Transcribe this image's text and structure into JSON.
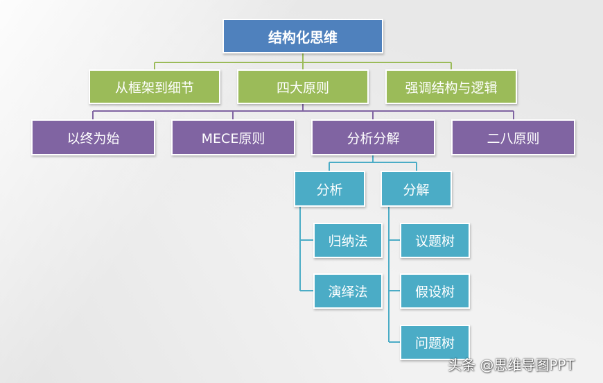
{
  "diagram": {
    "root": "结构化思维",
    "principles": [
      "从框架到细节",
      "四大原则",
      "强调结构与逻辑"
    ],
    "rules": [
      "以终为始",
      "MECE原则",
      "分析分解",
      "二八原则"
    ],
    "methods": {
      "analysis": {
        "label": "分析",
        "children": [
          "归纳法",
          "演绎法"
        ]
      },
      "decomposition": {
        "label": "分解",
        "children": [
          "议题树",
          "假设树",
          "问题树"
        ]
      }
    }
  },
  "colors": {
    "root": "#4f81bd",
    "level1": "#9bbb59",
    "level2": "#8064a2",
    "level3": "#4bacc6"
  },
  "watermark": "头条 @思维导图PPT"
}
